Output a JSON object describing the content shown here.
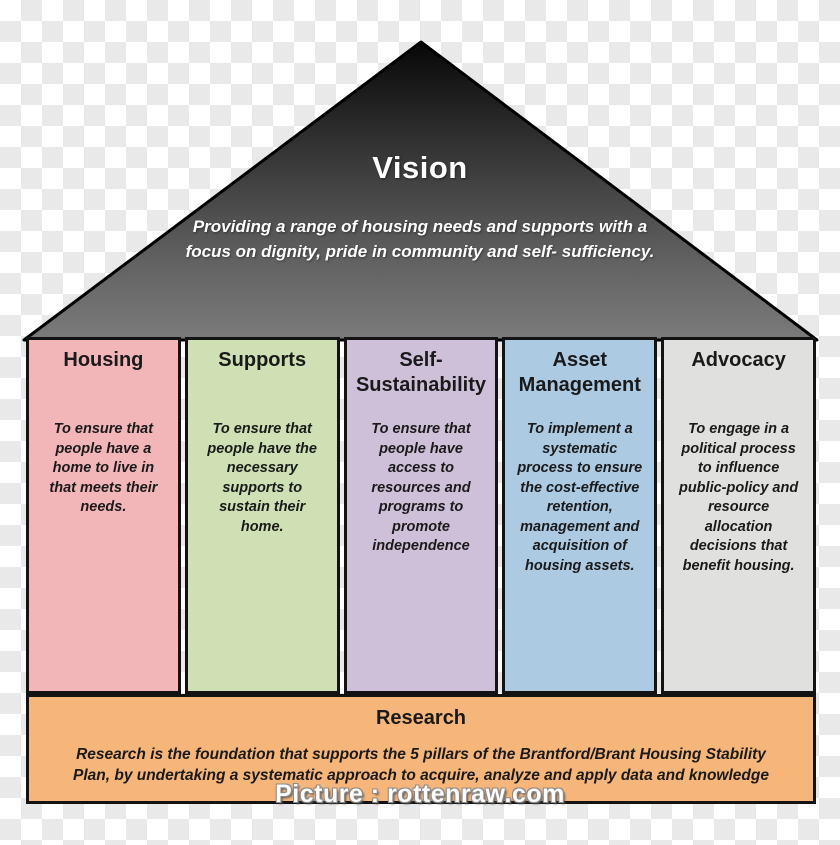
{
  "roof": {
    "title": "Vision",
    "subtitle": "Providing a range of housing needs and supports with a focus on dignity, pride in community and self- sufficiency.",
    "gradient_top": "#070707",
    "gradient_bottom": "#7b7b7b"
  },
  "pillars": [
    {
      "title": "Housing",
      "body": "To ensure that people have a home to live in that meets their needs.",
      "color": "#f3b6b8"
    },
    {
      "title": "Supports",
      "body": "To ensure that people have the necessary supports to sustain their home.",
      "color": "#cfe0b5"
    },
    {
      "title": "Self-Sustainability",
      "body": "To ensure that people have access to resources and programs to promote independence",
      "color": "#cfc0da"
    },
    {
      "title": "Asset Management",
      "body": "To implement a systematic process to ensure the cost-effective retention, management and acquisition of housing assets.",
      "color": "#adcae3"
    },
    {
      "title": "Advocacy",
      "body": "To engage in a political process to influence public-policy and resource allocation decisions that benefit housing.",
      "color": "#e0e0df"
    }
  ],
  "foundation": {
    "title": "Research",
    "body": "Research is the foundation that supports the 5 pillars of the Brantford/Brant Housing Stability Plan, by undertaking a systematic approach to acquire, analyze and apply data and knowledge",
    "color": "#f6b67a"
  },
  "watermark": "Picture : rottenraw.com"
}
